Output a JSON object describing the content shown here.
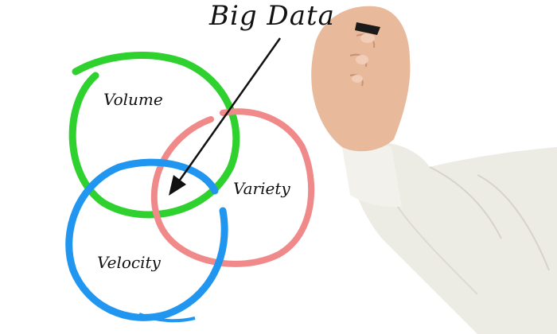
{
  "diagram": {
    "title": "Big Data",
    "circles": [
      {
        "label": "Volume",
        "color": "#2fd12f"
      },
      {
        "label": "Variety",
        "color": "#f08a8a"
      },
      {
        "label": "Velocity",
        "color": "#2196f0"
      }
    ],
    "arrow": {
      "from": "Big Data",
      "to": "intersection",
      "color": "#111111"
    }
  },
  "scene": {
    "background": "#ffffff",
    "skin_color": "#e8b99a",
    "sleeve_color": "#ecebe4",
    "marker_color": "#1a1a1a"
  }
}
